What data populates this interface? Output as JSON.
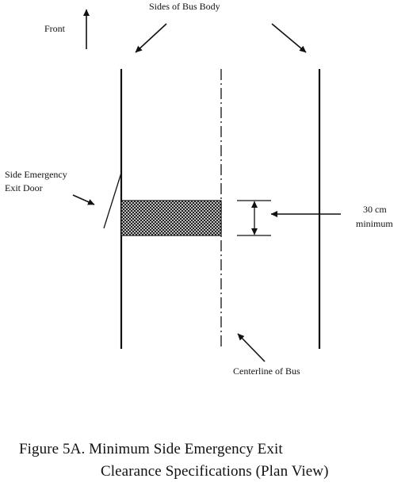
{
  "labels": {
    "front": "Front",
    "sides_of_bus_body": "Sides of Bus Body",
    "side_emergency_exit_door_line1": "Side Emergency",
    "side_emergency_exit_door_line2": "Exit Door",
    "dimension_value": "30 cm",
    "dimension_qualifier": "minimum",
    "centerline_of_bus": "Centerline of Bus"
  },
  "caption": {
    "line1": "Figure 5A.  Minimum Side Emergency Exit",
    "line2": "Clearance Specifications (Plan View)"
  },
  "colors": {
    "ink": "#111111",
    "hatch_fill": "#2a2a2a",
    "background": "#ffffff"
  }
}
